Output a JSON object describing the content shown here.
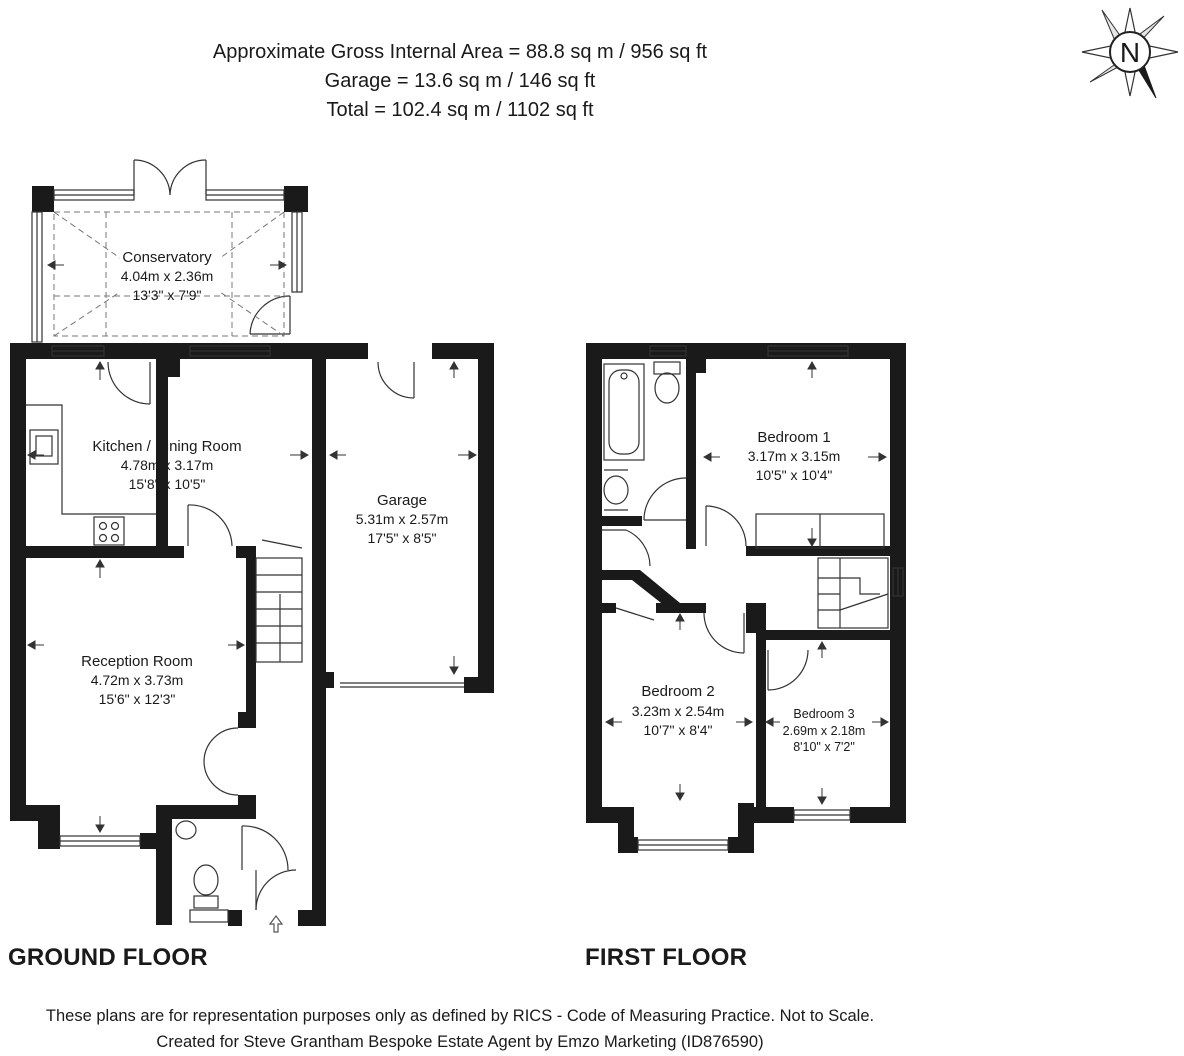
{
  "header": {
    "gross_area": "Approximate Gross Internal Area = 88.8 sq m / 956 sq ft",
    "garage_area": "Garage = 13.6 sq m / 146 sq ft",
    "total_area": "Total = 102.4 sq m / 1102 sq ft"
  },
  "compass": {
    "label": "N"
  },
  "ground_floor": {
    "label": "GROUND FLOOR",
    "entrance": "IN",
    "rooms": [
      {
        "name": "Conservatory",
        "metric": "4.04m x 2.36m",
        "imperial": "13'3\" x 7'9\""
      },
      {
        "name": "Kitchen / Dining Room",
        "metric": "4.78m x 3.17m",
        "imperial": "15'8\" x 10'5\""
      },
      {
        "name": "Garage",
        "metric": "5.31m x 2.57m",
        "imperial": "17'5\" x 8'5\""
      },
      {
        "name": "Reception Room",
        "metric": "4.72m x 3.73m",
        "imperial": "15'6\" x 12'3\""
      }
    ]
  },
  "first_floor": {
    "label": "FIRST FLOOR",
    "rooms": [
      {
        "name": "Bedroom 1",
        "metric": "3.17m x 3.15m",
        "imperial": "10'5\" x 10'4\""
      },
      {
        "name": "Bedroom 2",
        "metric": "3.23m x 2.54m",
        "imperial": "10'7\" x 8'4\""
      },
      {
        "name": "Bedroom 3",
        "metric": "2.69m x 2.18m",
        "imperial": "8'10\" x 7'2\""
      }
    ]
  },
  "footer": {
    "disclaimer": "These plans are for representation purposes only as defined by RICS - Code of Measuring Practice. Not to Scale.",
    "credit": "Created for Steve Grantham Bespoke Estate Agent by Emzo Marketing (ID876590)"
  }
}
